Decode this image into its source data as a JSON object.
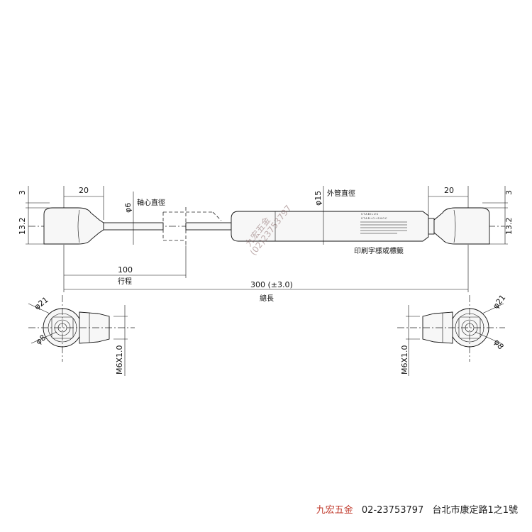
{
  "dimensions": {
    "top_offset_left": "3",
    "end_length_left": "20",
    "height_left": "13.2",
    "rod_diameter": "φ6",
    "tube_diameter": "φ15",
    "end_length_right": "20",
    "top_offset_right": "3",
    "height_right": "13.2",
    "stroke": "100",
    "total_length": "300 (±3.0)",
    "eye_outer_left": "φ21",
    "eye_inner_left": "φ8",
    "thread_left": "M6X1.0",
    "eye_outer_right": "φ21",
    "eye_inner_right": "φ8",
    "thread_right": "M6X1.0"
  },
  "labels": {
    "rod_label": "軸心直徑",
    "tube_label": "外管直徑",
    "stroke_label": "行程",
    "total_label": "總長",
    "print_label": "印刷字樣或標籤"
  },
  "product_label": {
    "line1": "STABILUS",
    "line2": "STAR•O•SHOC"
  },
  "watermark": {
    "name": "九宏五金",
    "phone": "(02)23753797"
  },
  "footer": {
    "company": "九宏五金",
    "phone": "02-23753797",
    "address": "台北市康定路1之1號"
  },
  "colors": {
    "line": "#111111",
    "brand": "#c0392b",
    "watermark": "#8a6a6a"
  }
}
